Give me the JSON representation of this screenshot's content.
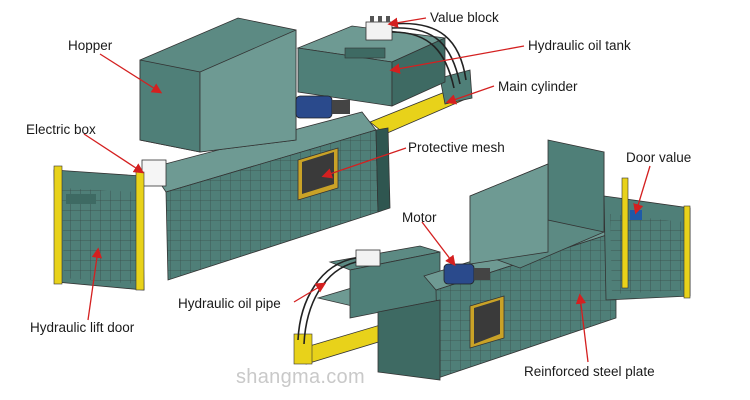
{
  "labels": {
    "value_block": "Value block",
    "hopper": "Hopper",
    "hydraulic_oil_tank": "Hydraulic oil tank",
    "main_cylinder": "Main cylinder",
    "electric_box": "Electric box",
    "protective_mesh": "Protective mesh",
    "door_value": "Door value",
    "motor": "Motor",
    "hydraulic_oil_pipe": "Hydraulic oil pipe",
    "hydraulic_lift_door": "Hydraulic lift door",
    "reinforced_steel_plate": "Reinforced steel plate"
  },
  "watermark": "shangma.com",
  "colors": {
    "machine_green": "#4f7f78",
    "machine_dark": "#2f5650",
    "machine_light": "#6e9a93",
    "cylinder_yellow": "#e8d21a",
    "callout_red": "#d42020"
  }
}
